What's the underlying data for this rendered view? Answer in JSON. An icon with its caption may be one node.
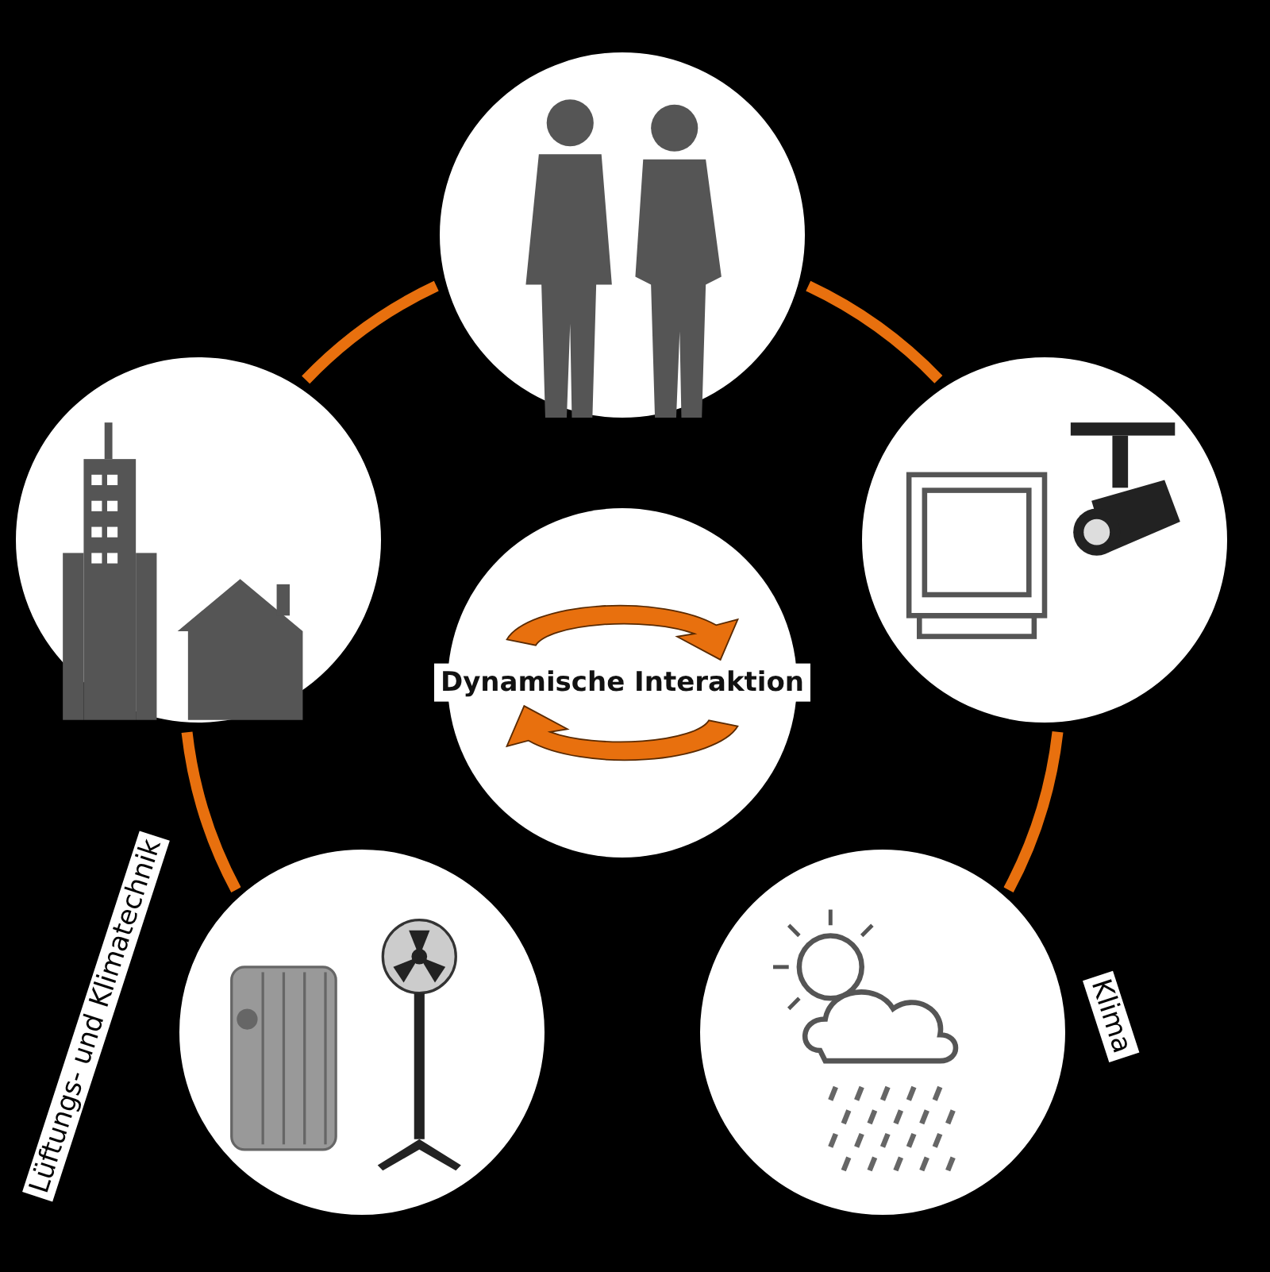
{
  "diagram": {
    "nodes": [
      {
        "text": [],
        "shape": "picture"
      },
      {
        "text": [],
        "shape": "picture"
      },
      {
        "text": [],
        "shape": "picture"
      },
      {
        "text": [],
        "shape": "picture",
        "beside": [
          "Lüftungs- und Klimatechnik"
        ]
      },
      {
        "text": [],
        "shape": "picture",
        "beside": [
          "Klima"
        ]
      },
      {
        "text": [
          "Dynamische Interaktion"
        ]
      }
    ],
    "edges": [
      {
        "from": 0,
        "to": 2,
        "arrow": "none"
      },
      {
        "from": 2,
        "to": 4,
        "arrow": "none"
      },
      {
        "from": 3,
        "to": 1,
        "arrow": "none"
      },
      {
        "from": 1,
        "to": 0,
        "arrow": "none"
      }
    ]
  }
}
